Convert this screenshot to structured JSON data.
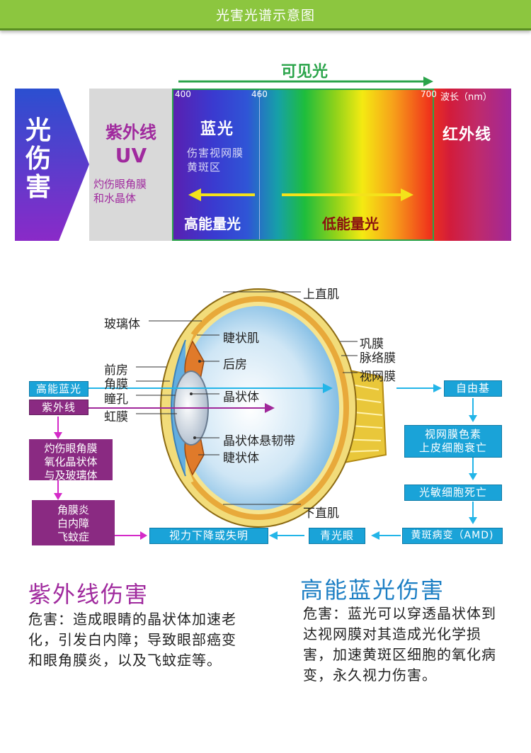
{
  "header": {
    "title": "光害光谱示意图"
  },
  "colors": {
    "header": "#8cc63f",
    "uv_purple": "#a02a9e",
    "visible_green": "#2aa44a",
    "blue_box": "#1aa3d8",
    "purple_box": "#8a2a82",
    "blue_title": "#1d7fc4"
  },
  "spectrum": {
    "side_label": "光伤害",
    "visible_label": "可见光",
    "ticks": {
      "t400": "400",
      "t460": "460",
      "t700": "700",
      "unit": "波长（nm）"
    },
    "uv": {
      "title": "紫外线",
      "sub": "UV",
      "desc_line1": "灼伤眼角膜",
      "desc_line2": "和水晶体"
    },
    "blue": {
      "title": "蓝光",
      "desc_line1": "伤害视网膜",
      "desc_line2": "黄斑区"
    },
    "high_energy": "高能量光",
    "low_energy": "低能量光",
    "infrared": "红外线"
  },
  "eye": {
    "labels": {
      "superior_rectus": "上直肌",
      "vitreous": "玻璃体",
      "ciliary_muscle": "睫状肌",
      "posterior_chamber": "后房",
      "anterior_chamber": "前房",
      "cornea": "角膜",
      "pupil": "瞳孔",
      "iris": "虹膜",
      "lens": "晶状体",
      "zonule": "晶状体悬韧带",
      "ciliary_body": "睫状体",
      "inferior_rectus": "下直肌",
      "sclera": "巩膜",
      "choroid": "脉络膜",
      "retina": "视网膜"
    }
  },
  "flow": {
    "blue_light": "高能蓝光",
    "uv": "紫外线",
    "uv_effect_line1": "灼伤眼角膜",
    "uv_effect_line2": "氧化晶状体",
    "uv_effect_line3": "与及玻璃体",
    "uv_disease_line1": "角膜炎",
    "uv_disease_line2": "白内障",
    "uv_disease_line3": "飞蚊症",
    "free_radical": "自由基",
    "rpe_line1": "视网膜色素",
    "rpe_line2": "上皮细胞衰亡",
    "photoreceptor": "光敏细胞死亡",
    "amd": "黄斑病变（AMD)",
    "glaucoma": "青光眼",
    "vision_loss": "视力下降或失明"
  },
  "harm": {
    "uv_title": "紫外线伤害",
    "uv_text": "危害：造成眼睛的晶状体加速老化，引发白内障；导致眼部癌变和眼角膜炎，以及飞蚊症等。",
    "blue_title": "高能蓝光伤害",
    "blue_text": "危害：蓝光可以穿透晶状体到达视网膜对其造成光化学损害，加速黄斑区细胞的氧化病变，永久视力伤害。"
  }
}
